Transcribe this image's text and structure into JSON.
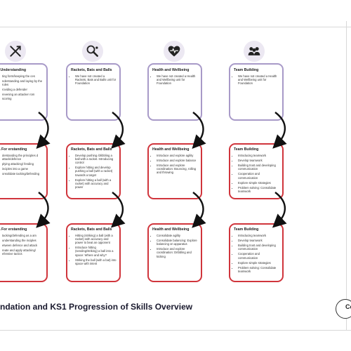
{
  "footer": {
    "title": "ndation and KS1 Progression of Skills Overview",
    "logo_text": "Co"
  },
  "columns": [
    {
      "icon": "crossed-arrows-icon",
      "title": "r Understanding",
      "boxes": [
        {
          "title": "",
          "items": [
            "ting form/keeping the ces",
            "nderstanding and laying by the rules",
            "roviding a defender",
            "revening an attacker rom scoring"
          ]
        },
        {
          "title": "A For erstanding",
          "items": [
            "derstanding the principles d attack/defence",
            "plying attacking/ fending",
            "inciples into a game",
            "onsolidate tacking/defending"
          ]
        },
        {
          "title": "A For erstanding",
          "items": [
            "tacking/defending as a am",
            "understanding the inciples",
            "etween defence and attack",
            "reate and apply attacking/ efensive tactics"
          ]
        }
      ]
    },
    {
      "icon": "racket-ball-icon",
      "title": "Rackets, Bats and Balls",
      "boxes": [
        {
          "title": "",
          "items": [
            "We have not created a Rackets, Bats and Balls unit for Foundation"
          ]
        },
        {
          "title": "Rackets, Bats and Balls",
          "items": [
            "Develop pushing /dribbling a ball with a racket. Introducing control",
            "Explore hitting and develop pushing a ball (with a racket) towards a target",
            "Explore hitting a ball (with a racket) with accuracy and power"
          ]
        },
        {
          "title": "Rackets, Bats and Balls",
          "items": [
            "Hitting (striking) a ball (with a racket) with accuracy and power to beat an opponent",
            "Introduce hitting (sending/striking) a ball into a space: Where and why?",
            "Striking the ball (with a bat) into space with intent"
          ]
        }
      ]
    },
    {
      "icon": "heart-pulse-icon",
      "title": "Health and Wellbeing",
      "boxes": [
        {
          "title": "",
          "items": [
            "We have not created a Health and Wellbeing unit for Foundation"
          ]
        },
        {
          "title": "Health and Wellbeing",
          "items": [
            "Introduce and explore agility",
            "Introduce and explore balance",
            "Introduce and explore coordination: Bouncing, rolling and throwing"
          ]
        },
        {
          "title": "Health and Wellbeing",
          "items": [
            "Consolidate agility",
            "Consolidate balancing: Explore balancing on apparatus",
            "Introduce and explore coordination: Dribbling and kicking"
          ]
        }
      ]
    },
    {
      "icon": "team-group-icon",
      "title": "Team Building",
      "boxes": [
        {
          "title": "",
          "items": [
            "We have not created a Health and Wellbeing unit for Foundation"
          ]
        },
        {
          "title": "Team Building",
          "items": [
            "Introducing teamwork",
            "Develop teamwork",
            "Building trust and developing communication",
            "Cooperation and communication",
            "Explore simple strategies",
            "Problem solving: Consolidate teamwork"
          ]
        },
        {
          "title": "Team Building",
          "items": [
            "Introducing teamwork",
            "Develop teamwork",
            "Building trust and developing communication",
            "Cooperation and communication",
            "Explore simple strategies",
            "Problem solving: Consolidate teamwork"
          ]
        }
      ]
    }
  ]
}
